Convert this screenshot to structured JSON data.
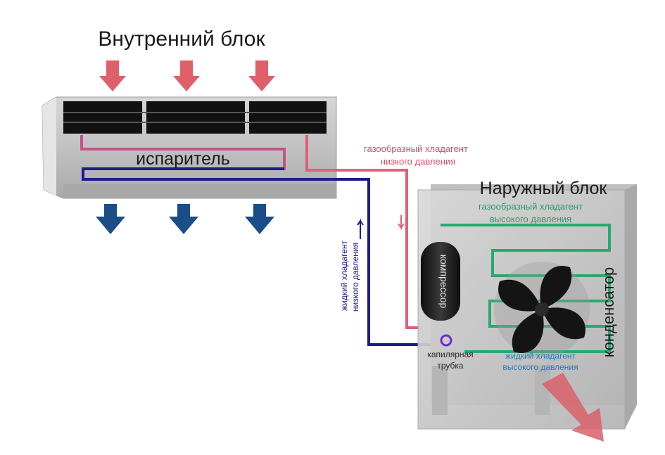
{
  "indoor_unit": {
    "title": "Внутренний блок",
    "evaporator_label": "испаритель"
  },
  "outdoor_unit": {
    "title": "Наружный блок",
    "condenser_label": "конденсатор",
    "compressor_label": "компрессор",
    "capillary_label_1": "капилярная",
    "capillary_label_2": "трубка"
  },
  "refrigerant_labels": {
    "low_pressure_gas_1": "газообразный хладагент",
    "low_pressure_gas_2": "низкого давления",
    "high_pressure_gas_1": "газообразный хладагент",
    "high_pressure_gas_2": "высокого давления",
    "low_pressure_liquid_1": "жидкий хладагент",
    "low_pressure_liquid_2": "низкого давления",
    "high_pressure_liquid_1": "жидкий хладагент",
    "high_pressure_liquid_2": "высокого давления"
  },
  "colors": {
    "hot_line": "#e0607a",
    "cold_line": "#1c1c8c",
    "condenser_line": "#2aa86e",
    "warm_arrow": "#e0606a",
    "cool_arrow": "#1b4d88",
    "unit_body": "#c8c8c8",
    "outdoor_body": "#cfcfcf"
  }
}
